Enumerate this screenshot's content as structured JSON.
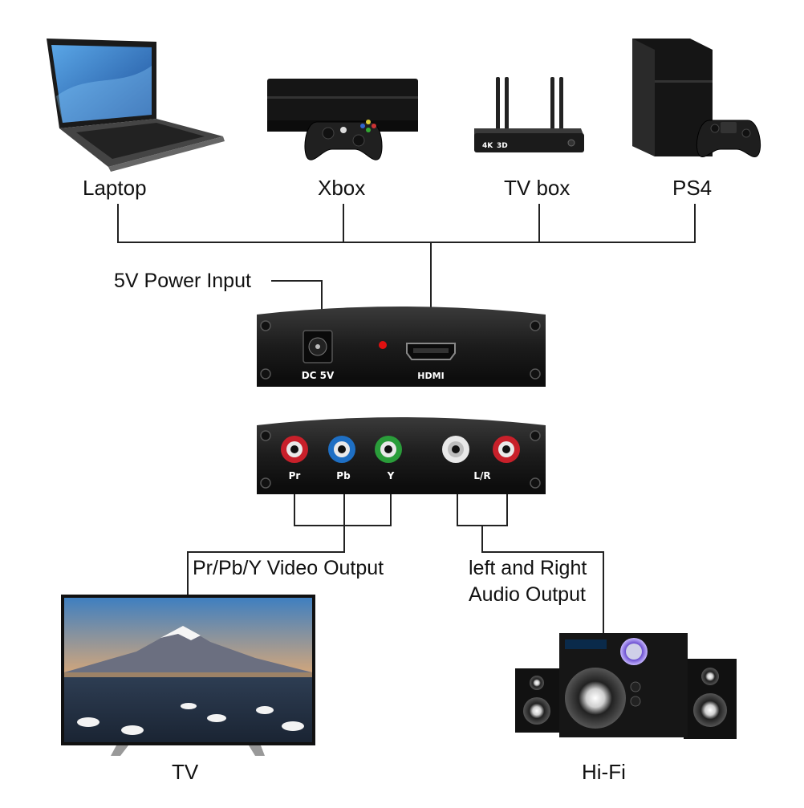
{
  "sources": {
    "laptop": "Laptop",
    "xbox": "Xbox",
    "tvbox": "TV box",
    "ps4": "PS4"
  },
  "converter": {
    "power_label": "5V Power Input",
    "dc_port_label": "DC 5V",
    "hdmi_port_label": "HDMI",
    "tvbox_print": "4K",
    "tvbox_print2": "3D",
    "ports": [
      "Pr",
      "Pb",
      "Y"
    ],
    "audio_port_label": "L/R"
  },
  "outputs": {
    "video_label": "Pr/Pb/Y Video Output",
    "audio_label_line1": "left and Right",
    "audio_label_line2": "Audio Output",
    "tv": "TV",
    "hifi": "Hi-Fi"
  },
  "colors": {
    "pr": "#c8202a",
    "pb": "#1e6fc4",
    "y": "#2a9d3a",
    "audio_l": "#e8e8e8",
    "audio_r": "#c8202a",
    "led": "#e01010"
  }
}
